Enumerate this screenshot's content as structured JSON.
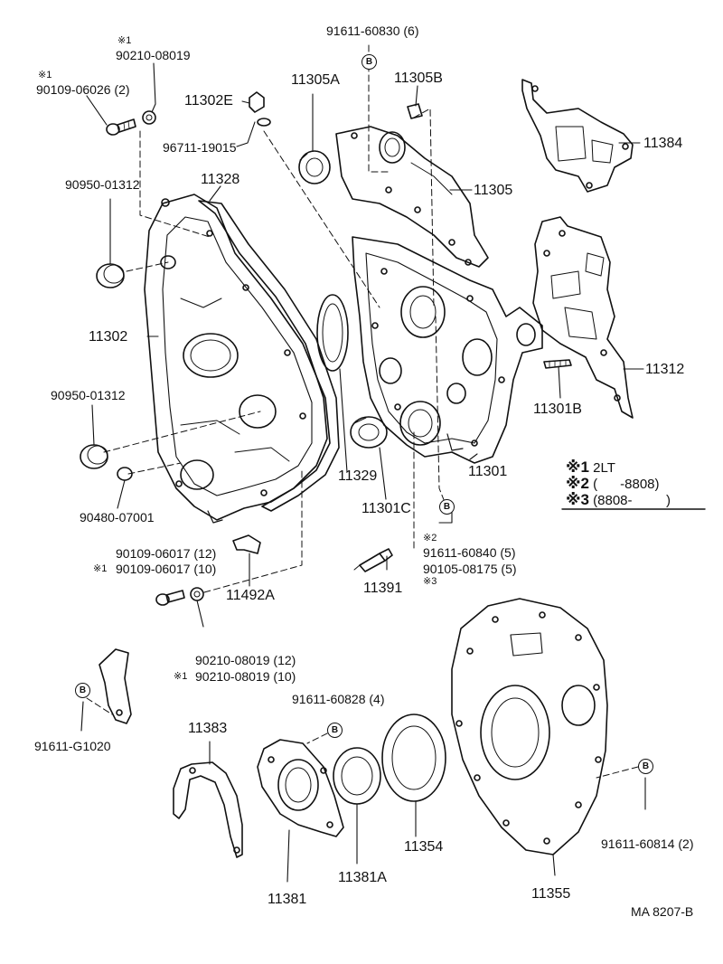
{
  "colors": {
    "ink": "#111111",
    "paper": "#ffffff"
  },
  "part_labels": {
    "p90210_08019": "90210-08019",
    "p90109_06026": "90109-06026 (2)",
    "p91611_60830": "91611-60830 (6)",
    "p11302E": "11302E",
    "p11305A": "11305A",
    "p11305B": "11305B",
    "p96711_19015": "96711-19015",
    "p11384": "11384",
    "p90950_01312_a": "90950-01312",
    "p11328": "11328",
    "p11305": "11305",
    "p11302": "11302",
    "p11312": "11312",
    "p90950_01312_b": "90950-01312",
    "p11301B": "11301B",
    "p11329": "11329",
    "p11301": "11301",
    "p11301C": "11301C",
    "p90480_07001": "90480-07001",
    "p90109_06017": "90109-06017 (12)",
    "p90109_06017_m1": "90109-06017 (10)",
    "p91611_60840": "91611-60840 (5)",
    "p90105_08175": "90105-08175 (5)",
    "p11492A": "11492A",
    "p11391": "11391",
    "p90210_08019_12": "90210-08019 (12)",
    "p90210_08019_10": "90210-08019 (10)",
    "p91611_60828": "91611-60828 (4)",
    "p11383": "11383",
    "p91611_G1020": "91611-G1020",
    "p11354": "11354",
    "p91611_60814": "91611-60814 (2)",
    "p11381": "11381",
    "p11381A": "11381A",
    "p11355": "11355"
  },
  "marks": {
    "m1": "※1",
    "m2": "※2",
    "m3": "※3",
    "b": "B"
  },
  "legend": {
    "r1_mark": "※1",
    "r1_text": "2LT",
    "r2_mark": "※2",
    "r2_text": "(      -8808)",
    "r3_mark": "※3",
    "r3_text": "(8808-         )"
  },
  "figure_code": "MA 8207-B"
}
